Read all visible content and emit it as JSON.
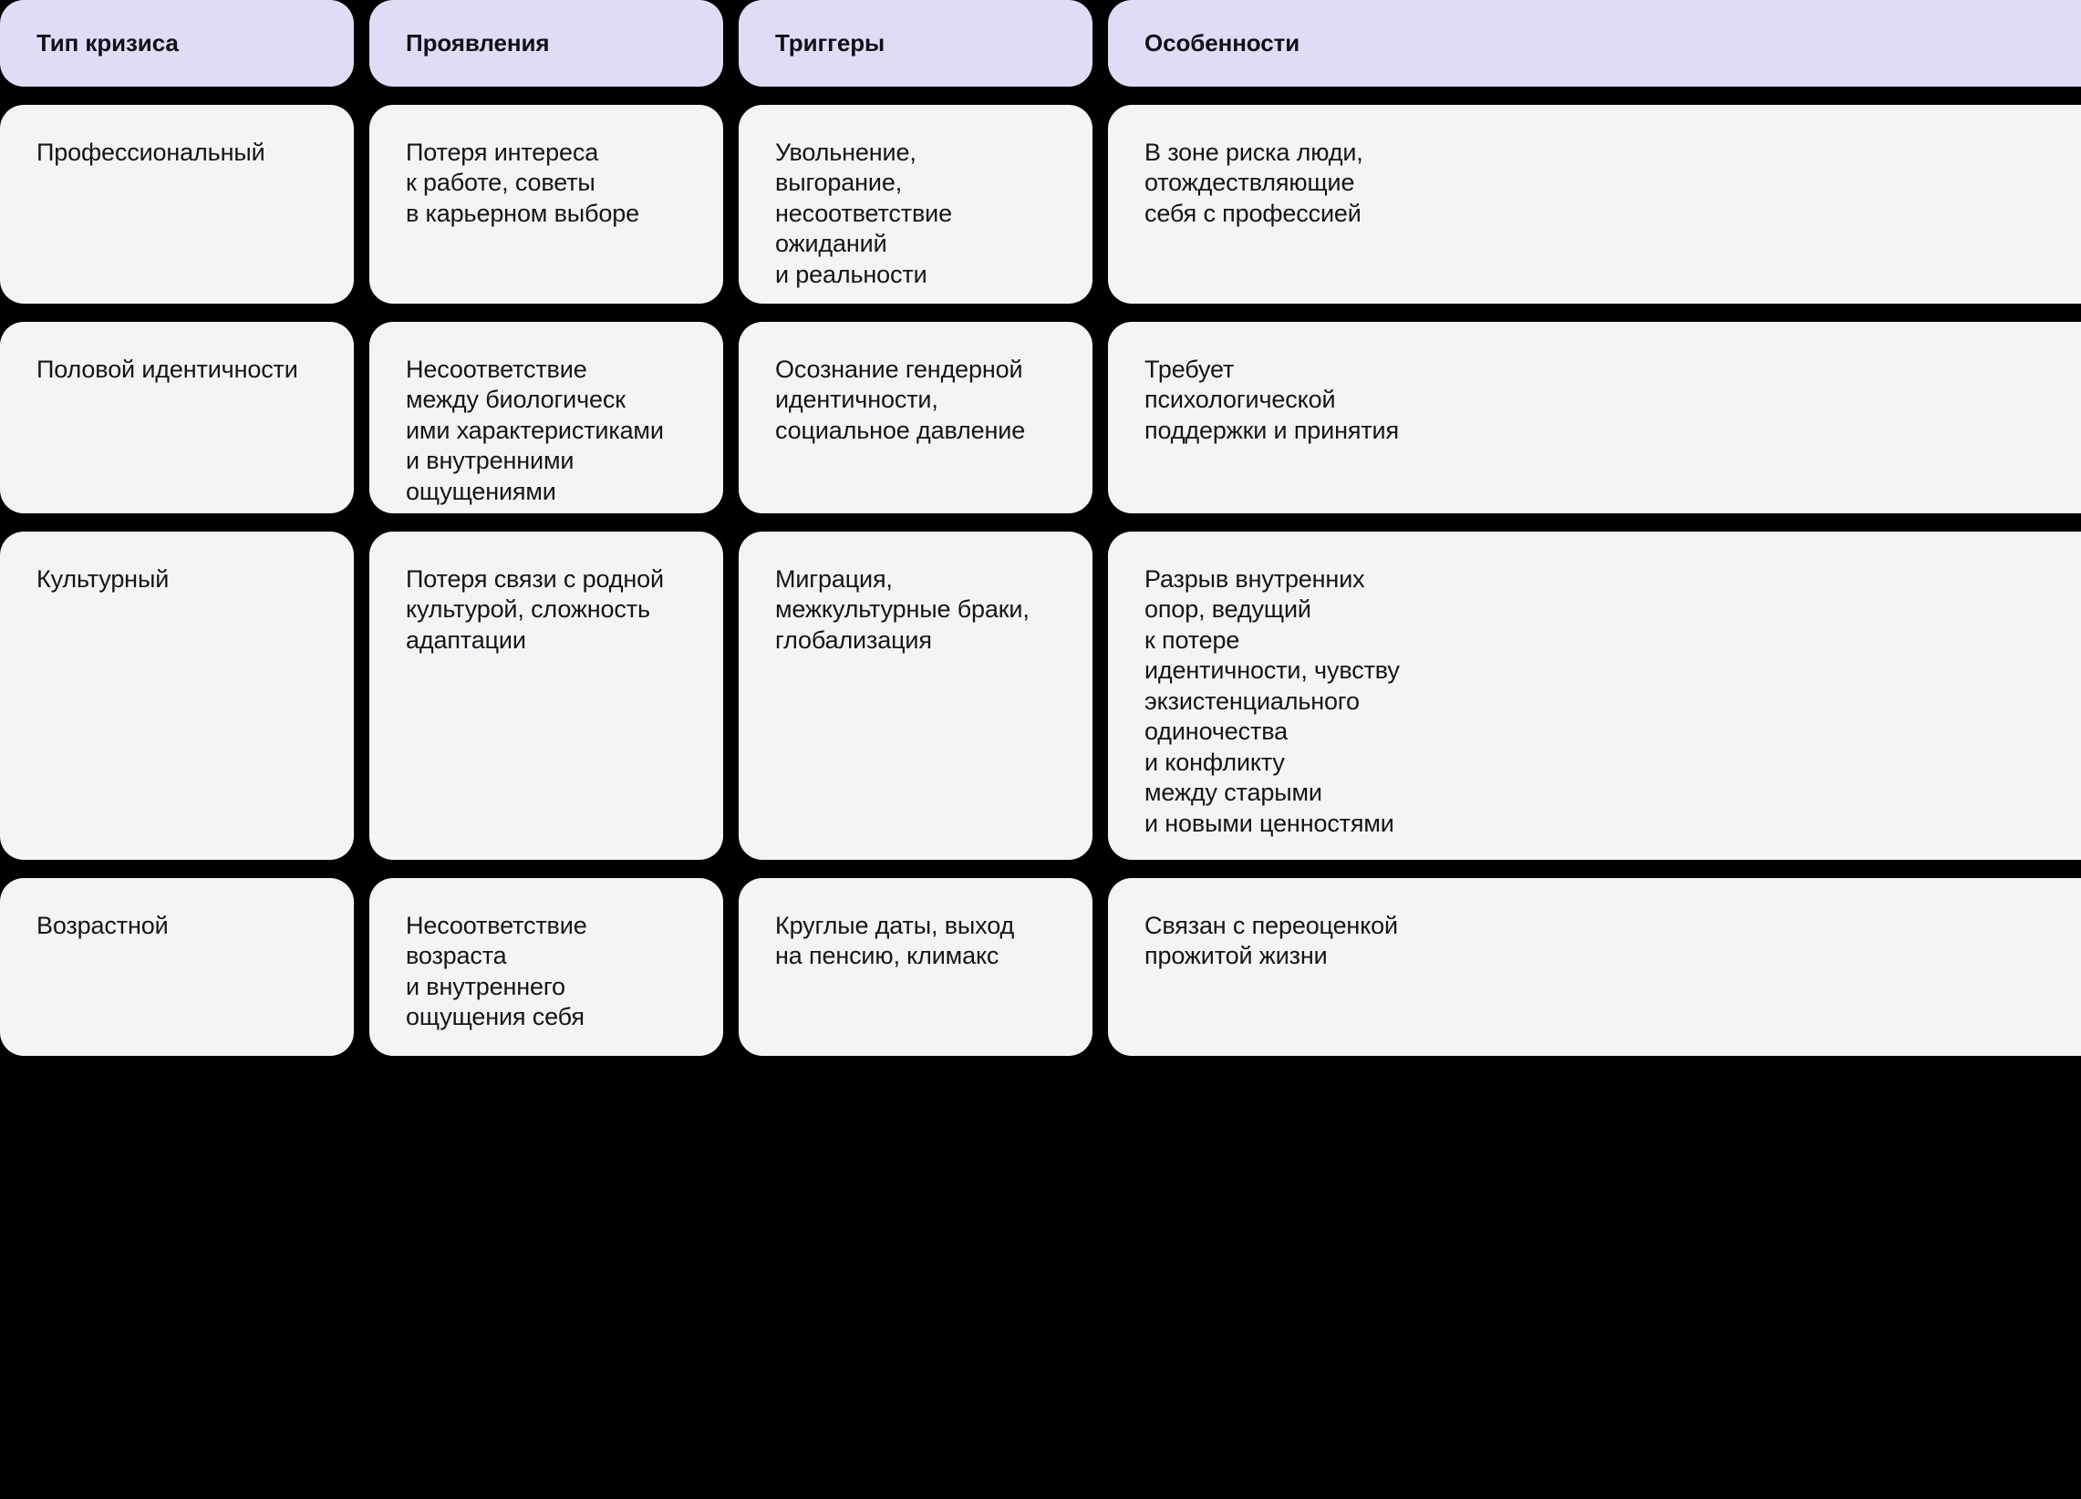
{
  "theme": {
    "background": "#000000",
    "header_cell_bg": "#DEDDF5",
    "body_cell_bg": "#F4F4F4",
    "text_color": "#14141B",
    "header_text_color": "#11111A"
  },
  "table": {
    "columns": [
      {
        "id": "crisis-type",
        "label": "Тип кризиса"
      },
      {
        "id": "manifestations",
        "label": "Проявления"
      },
      {
        "id": "triggers",
        "label": "Триггеры"
      },
      {
        "id": "features",
        "label": "Особенности"
      }
    ],
    "rows": [
      {
        "id": "professional",
        "type": "Профессиональный",
        "manifestations": "Потеря интереса\nк работе, советы\nв карьерном выборе",
        "triggers": "Увольнение,\nвыгорание,\nнесоответствие\nожиданий\nи реальности",
        "features": "В зоне риска люди,\nотождествляющие\nсебя с профессией"
      },
      {
        "id": "gender-identity",
        "type": "Половой идентичности",
        "manifestations": "Несоответствие\nмежду биологическ\nими характеристиками\nи внутренними\nощущениями",
        "triggers": "Осознание гендерной\nидентичности,\nсоциальное давление",
        "features": "Требует\nпсихологической\nподдержки и принятия"
      },
      {
        "id": "cultural",
        "type": "Культурный",
        "manifestations": "Потеря связи с родной\nкультурой, сложность\nадаптации",
        "triggers": "Миграция,\nмежкультурные браки,\nглобализация",
        "features": "Разрыв внутренних\nопор, ведущий\nк потере\nидентичности, чувству\nэкзистенциального\nодиночества\nи конфликту\nмежду старыми\nи новыми ценностями"
      },
      {
        "id": "age",
        "type": "Возрастной",
        "manifestations": "Несоответствие\nвозраста\nи внутреннего\nощущения себя",
        "triggers": "Круглые даты, выход\nна пенсию, климакс",
        "features": "Связан с переоценкой\nпрожитой жизни"
      }
    ]
  }
}
